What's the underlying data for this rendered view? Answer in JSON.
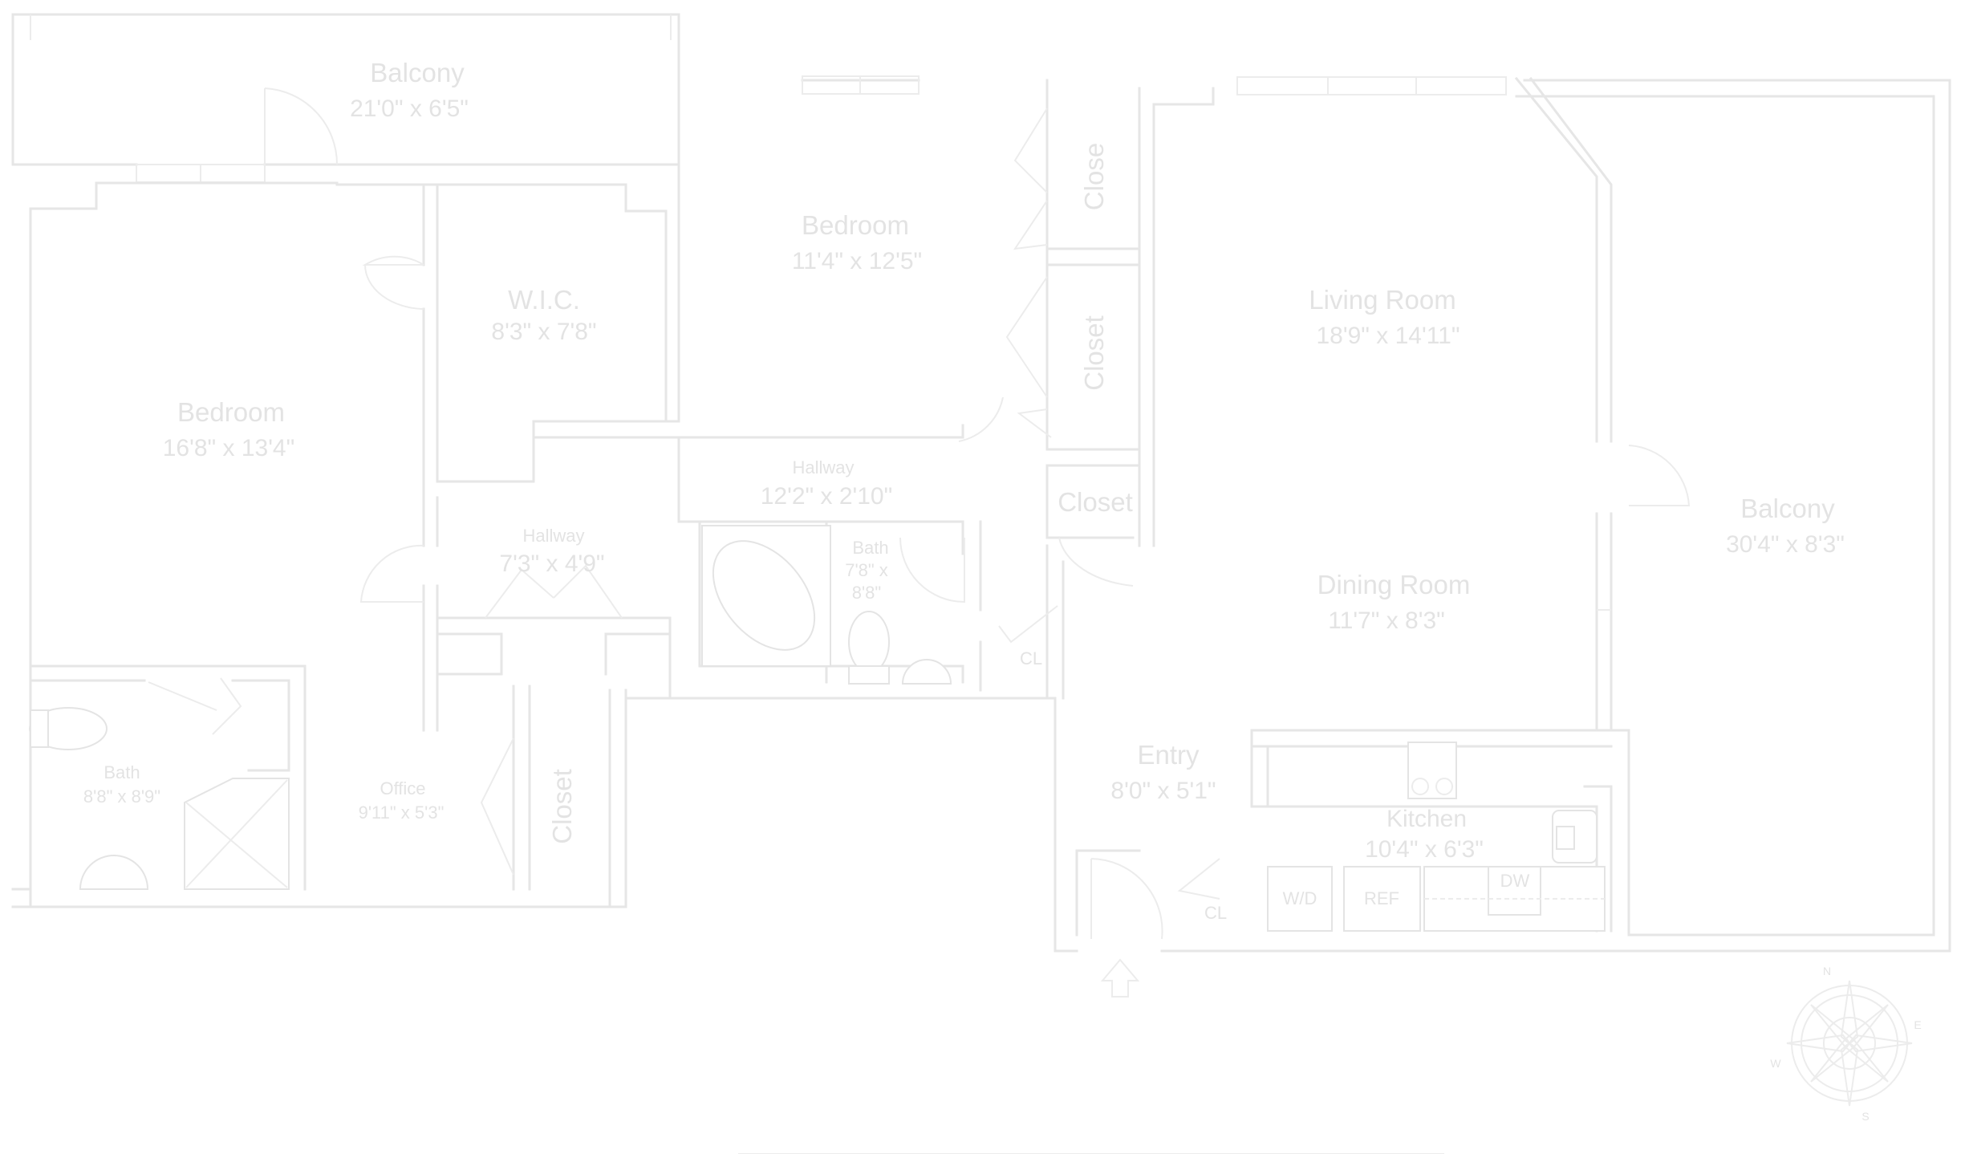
{
  "rooms": {
    "balcony_top": {
      "name": "Balcony",
      "dims": "21'0\" x 6'5\""
    },
    "bedroom_left": {
      "name": "Bedroom",
      "dims": "16'8\" x 13'4\""
    },
    "wic": {
      "name": "W.I.C.",
      "dims": "8'3\" x 7'8\""
    },
    "bedroom_mid": {
      "name": "Bedroom",
      "dims": "11'4\" x 12'5\""
    },
    "hallway_mid": {
      "name": "Hallway",
      "dims": "12'2\" x 2'10\""
    },
    "hallway_left": {
      "name": "Hallway",
      "dims": "7'3\" x 4'9\""
    },
    "bath_mid": {
      "name": "Bath",
      "dims_line1": "7'8\" x",
      "dims_line2": "8'8\""
    },
    "bath_left": {
      "name": "Bath",
      "dims": "8'8\" x 8'9\""
    },
    "office": {
      "name": "Office",
      "dims": "9'11\" x 5'3\""
    },
    "living": {
      "name": "Living Room",
      "dims": "18'9\" x 14'11\""
    },
    "dining": {
      "name": "Dining Room",
      "dims": "11'7\" x 8'3\""
    },
    "entry": {
      "name": "Entry",
      "dims": "8'0\" x 5'1\""
    },
    "kitchen": {
      "name": "Kitchen",
      "dims": "10'4\" x 6'3\""
    },
    "balcony_right": {
      "name": "Balcony",
      "dims": "30'4\" x 8'3\""
    }
  },
  "closets": {
    "closet_top_right": "Close",
    "closet_mid_right": "Closet",
    "closet_hall": "Closet",
    "closet_office": "Closet",
    "cl_bath": "CL",
    "cl_entry": "CL"
  },
  "appliances": {
    "washer_dryer": "W/D",
    "refrigerator": "REF",
    "dishwasher": "DW"
  },
  "compass": {
    "n": "N",
    "e": "E",
    "s": "S",
    "w": "W"
  },
  "icons": {
    "entry_arrow": "entry-arrow-icon",
    "compass": "compass-rose-icon"
  }
}
